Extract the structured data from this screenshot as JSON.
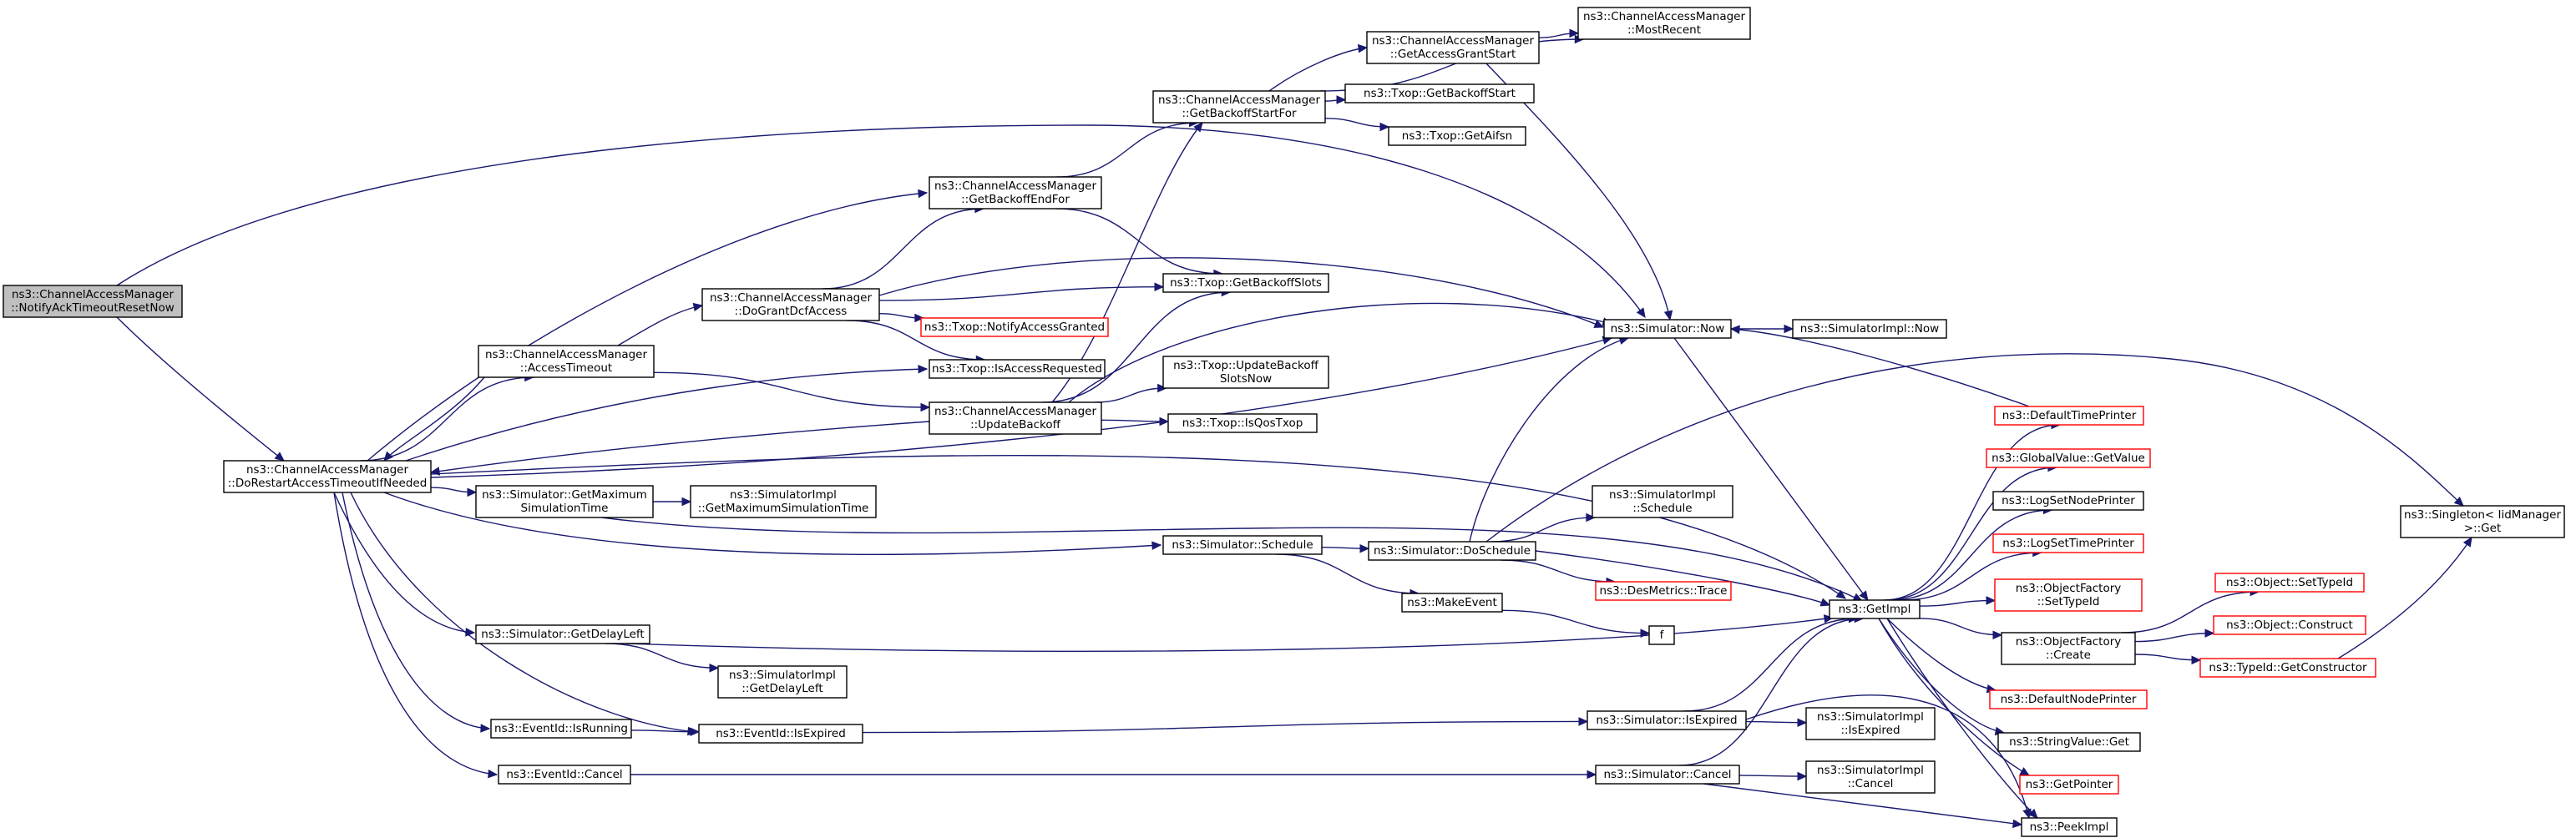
{
  "graph": {
    "kind": "call-graph",
    "edge_color": "#191970",
    "root_fill": "#bfbfbf",
    "truncated_border_color": "#ff0000",
    "nodes": [
      {
        "id": "root",
        "lines": [
          "ns3::ChannelAccessManager",
          "::NotifyAckTimeoutResetNow"
        ],
        "style": "root"
      },
      {
        "id": "drat",
        "lines": [
          "ns3::ChannelAccessManager",
          "::DoRestartAccessTimeoutIfNeeded"
        ]
      },
      {
        "id": "at",
        "lines": [
          "ns3::ChannelAccessManager",
          "::AccessTimeout"
        ]
      },
      {
        "id": "dgd",
        "lines": [
          "ns3::ChannelAccessManager",
          "::DoGrantDcfAccess"
        ]
      },
      {
        "id": "gbef",
        "lines": [
          "ns3::ChannelAccessManager",
          "::GetBackoffEndFor"
        ]
      },
      {
        "id": "ntag",
        "lines": [
          "ns3::Txop::NotifyAccessGranted"
        ],
        "style": "truncated"
      },
      {
        "id": "iar",
        "lines": [
          "ns3::Txop::IsAccessRequested"
        ]
      },
      {
        "id": "ub",
        "lines": [
          "ns3::ChannelAccessManager",
          "::UpdateBackoff"
        ]
      },
      {
        "id": "gbsf",
        "lines": [
          "ns3::ChannelAccessManager",
          "::GetBackoffStartFor"
        ]
      },
      {
        "id": "gags",
        "lines": [
          "ns3::ChannelAccessManager",
          "::GetAccessGrantStart"
        ]
      },
      {
        "id": "mr",
        "lines": [
          "ns3::ChannelAccessManager",
          "::MostRecent"
        ]
      },
      {
        "id": "tgbs",
        "lines": [
          "ns3::Txop::GetBackoffStart"
        ]
      },
      {
        "id": "tga",
        "lines": [
          "ns3::Txop::GetAifsn"
        ]
      },
      {
        "id": "tgbsl",
        "lines": [
          "ns3::Txop::GetBackoffSlots"
        ]
      },
      {
        "id": "tubsn",
        "lines": [
          "ns3::Txop::UpdateBackoff",
          "SlotsNow"
        ]
      },
      {
        "id": "tiqt",
        "lines": [
          "ns3::Txop::IsQosTxop"
        ]
      },
      {
        "id": "snow",
        "lines": [
          "ns3::Simulator::Now"
        ]
      },
      {
        "id": "sinow",
        "lines": [
          "ns3::SimulatorImpl::Now"
        ]
      },
      {
        "id": "sgmst",
        "lines": [
          "ns3::Simulator::GetMaximum",
          "SimulationTime"
        ]
      },
      {
        "id": "sigmst",
        "lines": [
          "ns3::SimulatorImpl",
          "::GetMaximumSimulationTime"
        ]
      },
      {
        "id": "ssch",
        "lines": [
          "ns3::Simulator::Schedule"
        ]
      },
      {
        "id": "sds",
        "lines": [
          "ns3::Simulator::DoSchedule"
        ]
      },
      {
        "id": "sisch",
        "lines": [
          "ns3::SimulatorImpl",
          "::Schedule"
        ]
      },
      {
        "id": "dmt",
        "lines": [
          "ns3::DesMetrics::Trace"
        ],
        "style": "truncated"
      },
      {
        "id": "me",
        "lines": [
          "ns3::MakeEvent"
        ]
      },
      {
        "id": "f",
        "lines": [
          "f"
        ]
      },
      {
        "id": "sgdl",
        "lines": [
          "ns3::Simulator::GetDelayLeft"
        ]
      },
      {
        "id": "sigdl",
        "lines": [
          "ns3::SimulatorImpl",
          "::GetDelayLeft"
        ]
      },
      {
        "id": "eir",
        "lines": [
          "ns3::EventId::IsRunning"
        ]
      },
      {
        "id": "eie",
        "lines": [
          "ns3::EventId::IsExpired"
        ]
      },
      {
        "id": "ec",
        "lines": [
          "ns3::EventId::Cancel"
        ]
      },
      {
        "id": "sie",
        "lines": [
          "ns3::Simulator::IsExpired"
        ]
      },
      {
        "id": "siie",
        "lines": [
          "ns3::SimulatorImpl",
          "::IsExpired"
        ]
      },
      {
        "id": "sc",
        "lines": [
          "ns3::Simulator::Cancel"
        ]
      },
      {
        "id": "sic",
        "lines": [
          "ns3::SimulatorImpl",
          "::Cancel"
        ]
      },
      {
        "id": "gi",
        "lines": [
          "ns3::GetImpl"
        ]
      },
      {
        "id": "dtp",
        "lines": [
          "ns3::DefaultTimePrinter"
        ],
        "style": "truncated"
      },
      {
        "id": "gvgv",
        "lines": [
          "ns3::GlobalValue::GetValue"
        ],
        "style": "truncated"
      },
      {
        "id": "lsnp",
        "lines": [
          "ns3::LogSetNodePrinter"
        ]
      },
      {
        "id": "lstp",
        "lines": [
          "ns3::LogSetTimePrinter"
        ],
        "style": "truncated"
      },
      {
        "id": "ofst",
        "lines": [
          "ns3::ObjectFactory",
          "::SetTypeId"
        ],
        "style": "truncated"
      },
      {
        "id": "ofc",
        "lines": [
          "ns3::ObjectFactory",
          "::Create"
        ]
      },
      {
        "id": "dnp",
        "lines": [
          "ns3::DefaultNodePrinter"
        ],
        "style": "truncated"
      },
      {
        "id": "svg",
        "lines": [
          "ns3::StringValue::Get"
        ]
      },
      {
        "id": "gp",
        "lines": [
          "ns3::GetPointer"
        ],
        "style": "truncated"
      },
      {
        "id": "pi",
        "lines": [
          "ns3::PeekImpl"
        ]
      },
      {
        "id": "ost",
        "lines": [
          "ns3::Object::SetTypeId"
        ],
        "style": "truncated"
      },
      {
        "id": "oc",
        "lines": [
          "ns3::Object::Construct"
        ],
        "style": "truncated"
      },
      {
        "id": "tgc",
        "lines": [
          "ns3::TypeId::GetConstructor"
        ],
        "style": "truncated"
      },
      {
        "id": "sig",
        "lines": [
          "ns3::Singleton< IidManager",
          ">::Get"
        ]
      }
    ],
    "edges": [
      [
        "root",
        "drat"
      ],
      [
        "root",
        "snow"
      ],
      [
        "drat",
        "at"
      ],
      [
        "drat",
        "gbef"
      ],
      [
        "drat",
        "iar"
      ],
      [
        "drat",
        "snow"
      ],
      [
        "drat",
        "sgmst"
      ],
      [
        "drat",
        "ssch"
      ],
      [
        "drat",
        "sgdl"
      ],
      [
        "drat",
        "eir"
      ],
      [
        "drat",
        "eie"
      ],
      [
        "drat",
        "ec"
      ],
      [
        "drat",
        "gi"
      ],
      [
        "at",
        "drat"
      ],
      [
        "at",
        "dgd"
      ],
      [
        "at",
        "ub"
      ],
      [
        "dgd",
        "gbef"
      ],
      [
        "dgd",
        "tgbsl"
      ],
      [
        "dgd",
        "ntag"
      ],
      [
        "dgd",
        "iar"
      ],
      [
        "dgd",
        "snow"
      ],
      [
        "gbef",
        "gbsf"
      ],
      [
        "gbef",
        "tgbsl"
      ],
      [
        "ub",
        "gbsf"
      ],
      [
        "ub",
        "tgbsl"
      ],
      [
        "ub",
        "tubsn"
      ],
      [
        "ub",
        "tiqt"
      ],
      [
        "ub",
        "snow"
      ],
      [
        "ub",
        "drat"
      ],
      [
        "gbsf",
        "gags"
      ],
      [
        "gbsf",
        "mr"
      ],
      [
        "gbsf",
        "tgbs"
      ],
      [
        "gbsf",
        "tga"
      ],
      [
        "gags",
        "mr"
      ],
      [
        "gags",
        "snow"
      ],
      [
        "snow",
        "sinow"
      ],
      [
        "snow",
        "gi"
      ],
      [
        "sgmst",
        "sigmst"
      ],
      [
        "sgmst",
        "gi"
      ],
      [
        "ssch",
        "sds"
      ],
      [
        "ssch",
        "me"
      ],
      [
        "sds",
        "snow"
      ],
      [
        "sds",
        "sisch"
      ],
      [
        "sds",
        "dmt"
      ],
      [
        "sds",
        "gi"
      ],
      [
        "sds",
        "sig"
      ],
      [
        "me",
        "f"
      ],
      [
        "sgdl",
        "sigdl"
      ],
      [
        "sgdl",
        "gi"
      ],
      [
        "eir",
        "eie"
      ],
      [
        "eie",
        "sie"
      ],
      [
        "ec",
        "sc"
      ],
      [
        "sie",
        "siie"
      ],
      [
        "sie",
        "gi"
      ],
      [
        "sie",
        "pi"
      ],
      [
        "sc",
        "sic"
      ],
      [
        "sc",
        "gi"
      ],
      [
        "sc",
        "pi"
      ],
      [
        "gi",
        "dtp"
      ],
      [
        "gi",
        "gvgv"
      ],
      [
        "gi",
        "lsnp"
      ],
      [
        "gi",
        "lstp"
      ],
      [
        "gi",
        "ofst"
      ],
      [
        "gi",
        "ofc"
      ],
      [
        "gi",
        "dnp"
      ],
      [
        "gi",
        "svg"
      ],
      [
        "gi",
        "gp"
      ],
      [
        "gi",
        "pi"
      ],
      [
        "dtp",
        "snow"
      ],
      [
        "ofc",
        "ost"
      ],
      [
        "ofc",
        "oc"
      ],
      [
        "ofc",
        "tgc"
      ],
      [
        "tgc",
        "sig"
      ]
    ]
  }
}
